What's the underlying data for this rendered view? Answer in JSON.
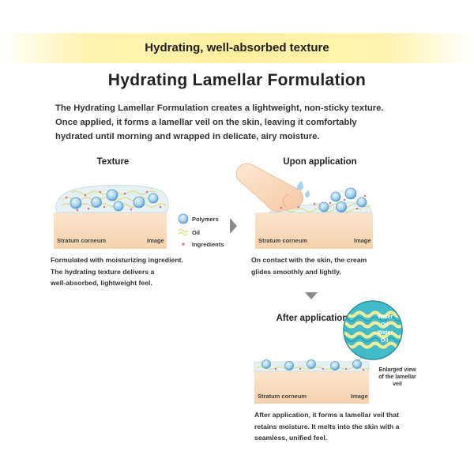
{
  "banner": {
    "text": "Hydrating, well-absorbed texture"
  },
  "title": "Hydrating Lamellar Formulation",
  "intro": {
    "lines": [
      "The Hydrating Lamellar Formulation creates a lightweight, non-sticky texture.",
      "Once applied, it forms a lamellar veil on the skin, leaving it comfortably",
      "hydrated until morning and wrapped in delicate, airy moisture."
    ]
  },
  "panels": {
    "texture": {
      "title": "Texture",
      "skin_label": "Stratum corneum",
      "image_label": "Image",
      "caption": [
        "Formulated with moisturizing ingredient.",
        "The hydrating texture delivers a",
        "well-absorbed, lightweight feel."
      ]
    },
    "upon": {
      "title": "Upon application",
      "skin_label": "Stratum corneum",
      "image_label": "Image",
      "caption": [
        "On contact with the skin, the cream",
        "glides smoothly and lightly."
      ]
    },
    "after": {
      "title": "After application",
      "skin_label": "Stratum corneum",
      "image_label": "Image",
      "caption": [
        "After application, it forms a lamellar veil that",
        "retains moisture. It melts into the skin with a",
        "seamless, unified feel."
      ],
      "enlarged_label": [
        "Enlarged view",
        "of the lamellar",
        "veil"
      ],
      "layers": [
        "Water",
        "Oil",
        "Water",
        "Oil"
      ]
    }
  },
  "legend": {
    "polymers": "Polymers",
    "oil": "Oil",
    "ingredients": "Ingredients"
  },
  "colors": {
    "banner": "#fff0a0",
    "skin": "#f9d9b8",
    "polymer": "#8fc3e8",
    "oil": "#e6e08a",
    "ingredient": "#e06aa8",
    "water": "#43bcc9",
    "arrow": "#8a8a8a"
  }
}
